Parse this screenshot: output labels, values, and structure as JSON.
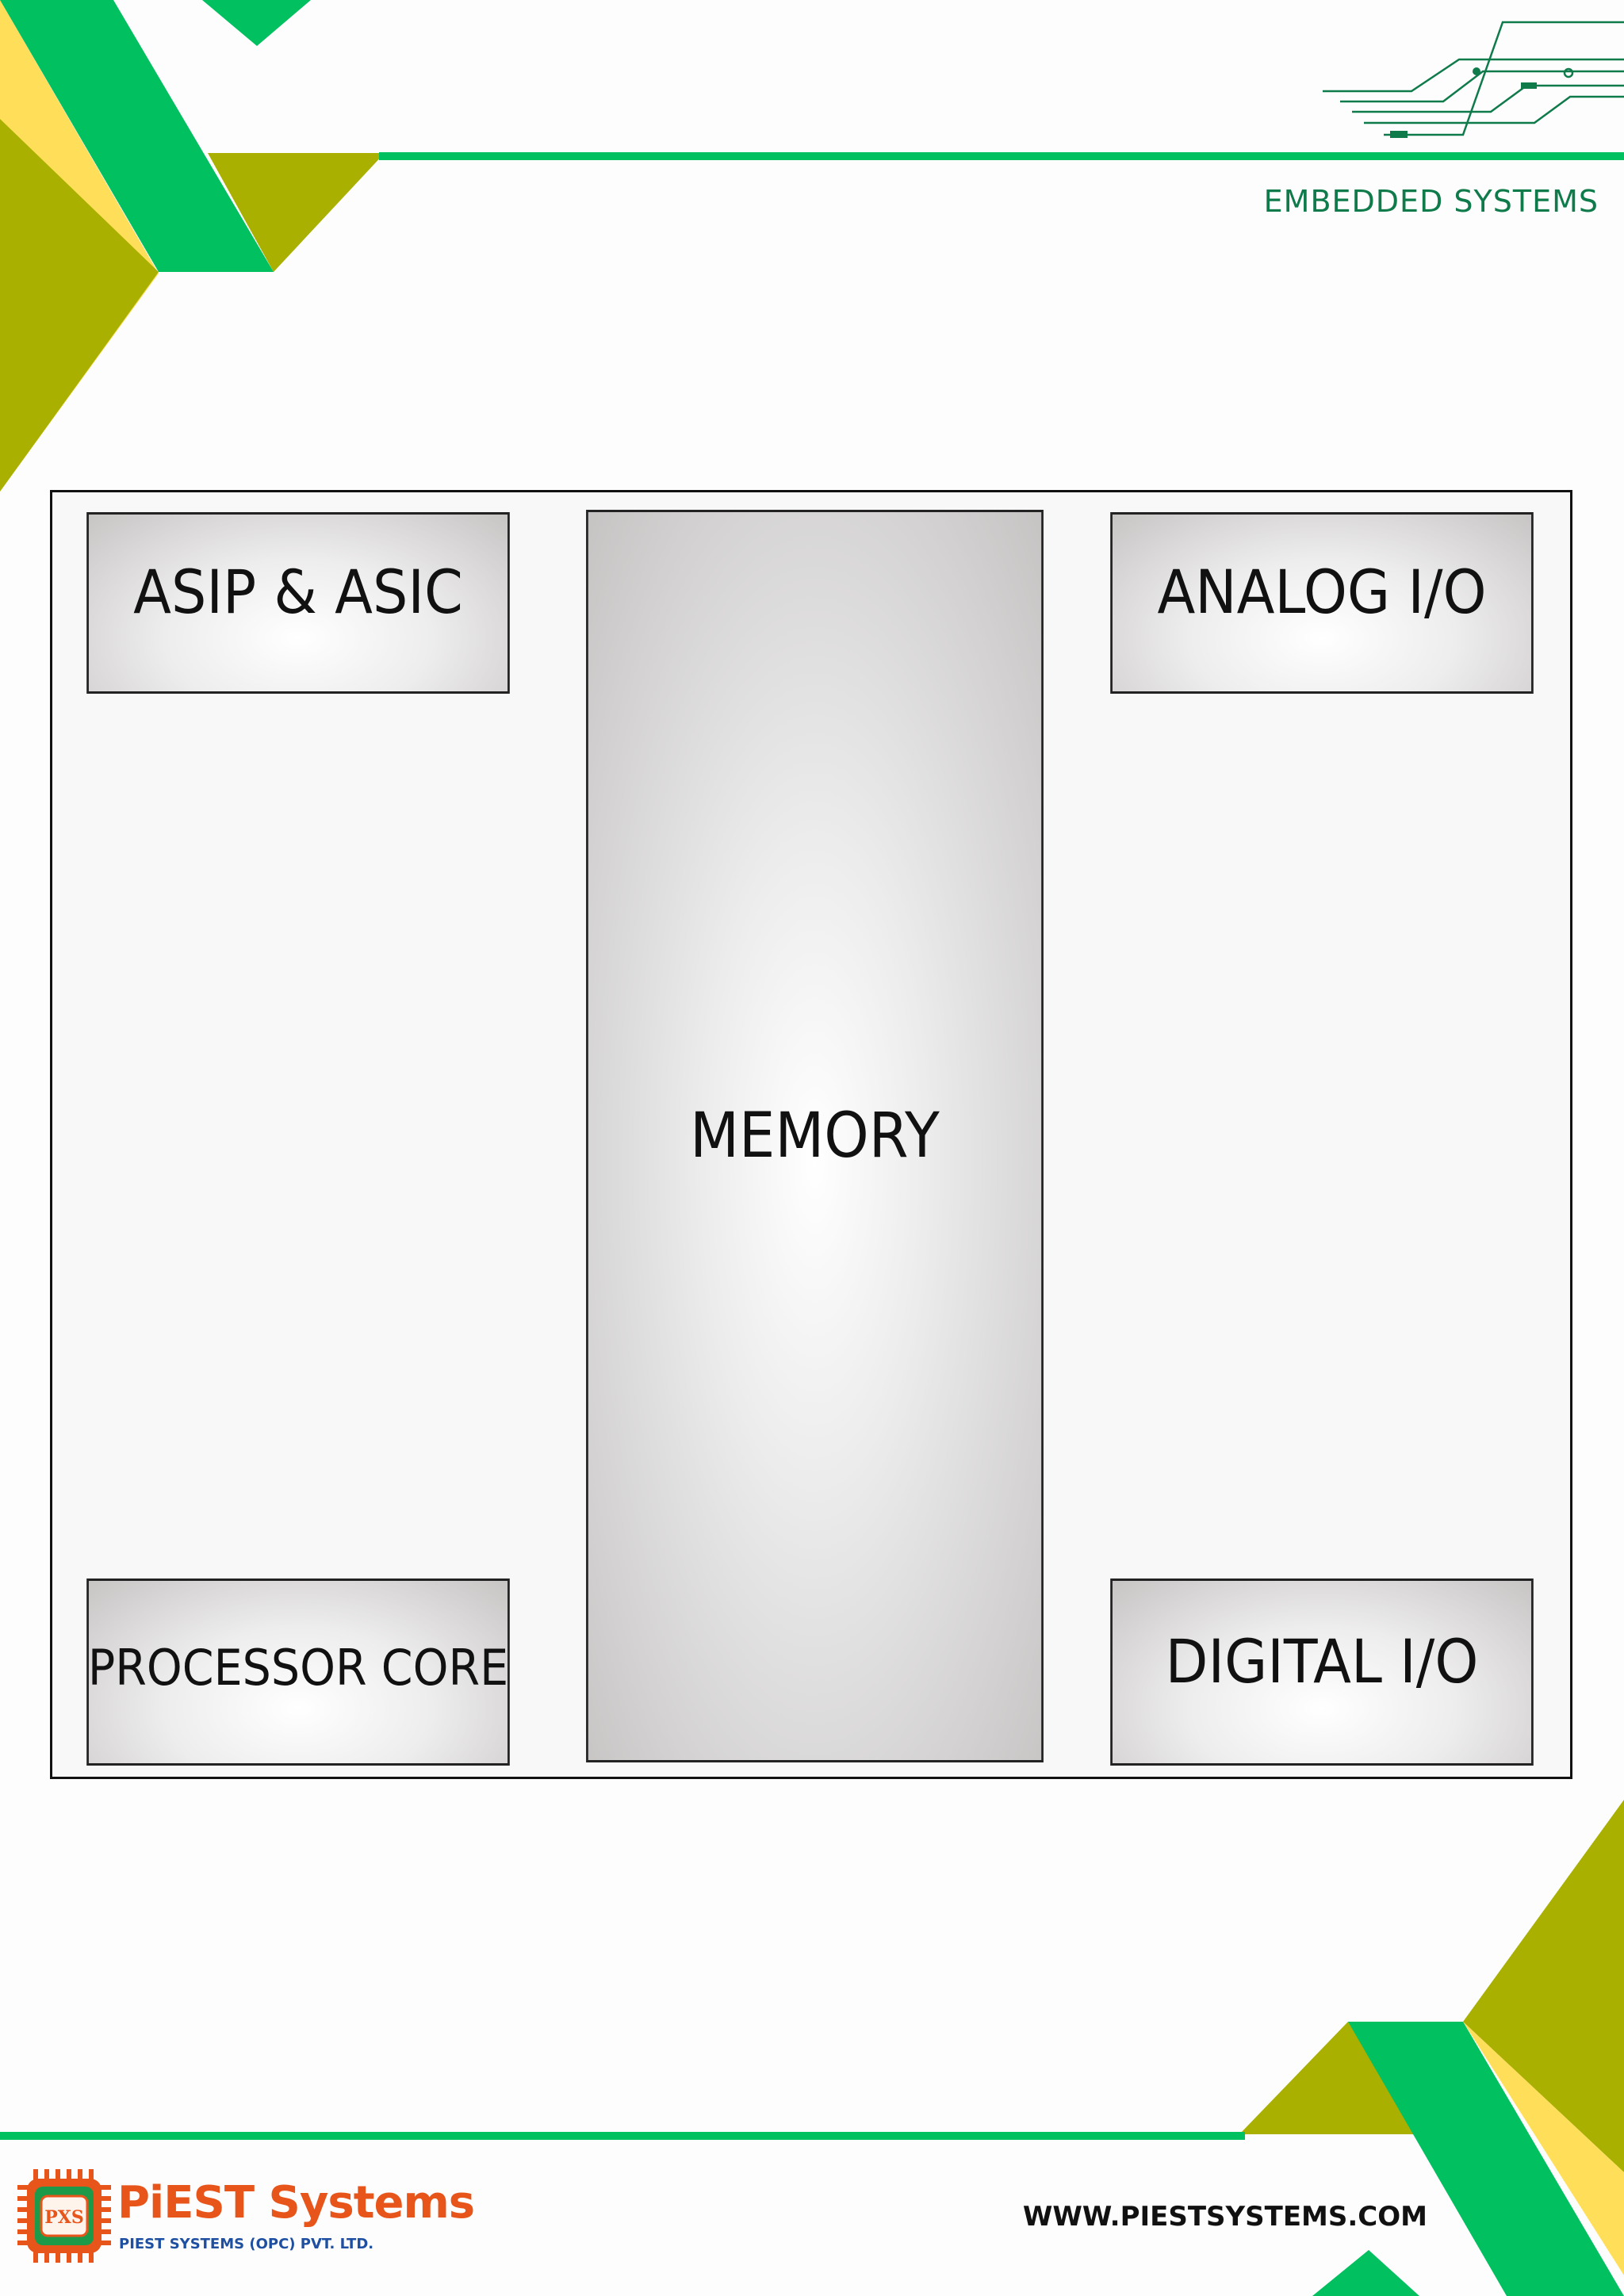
{
  "header": {
    "title": "EMBEDDED SYSTEMS"
  },
  "diagram": {
    "blocks": {
      "asip_asic": "ASIP & ASIC",
      "memory": "MEMORY",
      "analog_io": "ANALOG I/O",
      "processor_core": "PROCESSOR CORE",
      "digital_io": "DIGITAL I/O"
    }
  },
  "footer": {
    "brand_name": "PiEST Systems",
    "brand_subtitle": "PIEST SYSTEMS (OPC) PVT. LTD.",
    "logo_initials": "PXS",
    "website": "WWW.PIESTSYSTEMS.COM"
  },
  "colors": {
    "green": "#00c060",
    "olive": "#a9b000",
    "yellow": "#ffdf5a",
    "dark_green_text": "#0f7a4a",
    "brand_orange": "#e8551b",
    "brand_blue": "#1e4fa0"
  }
}
